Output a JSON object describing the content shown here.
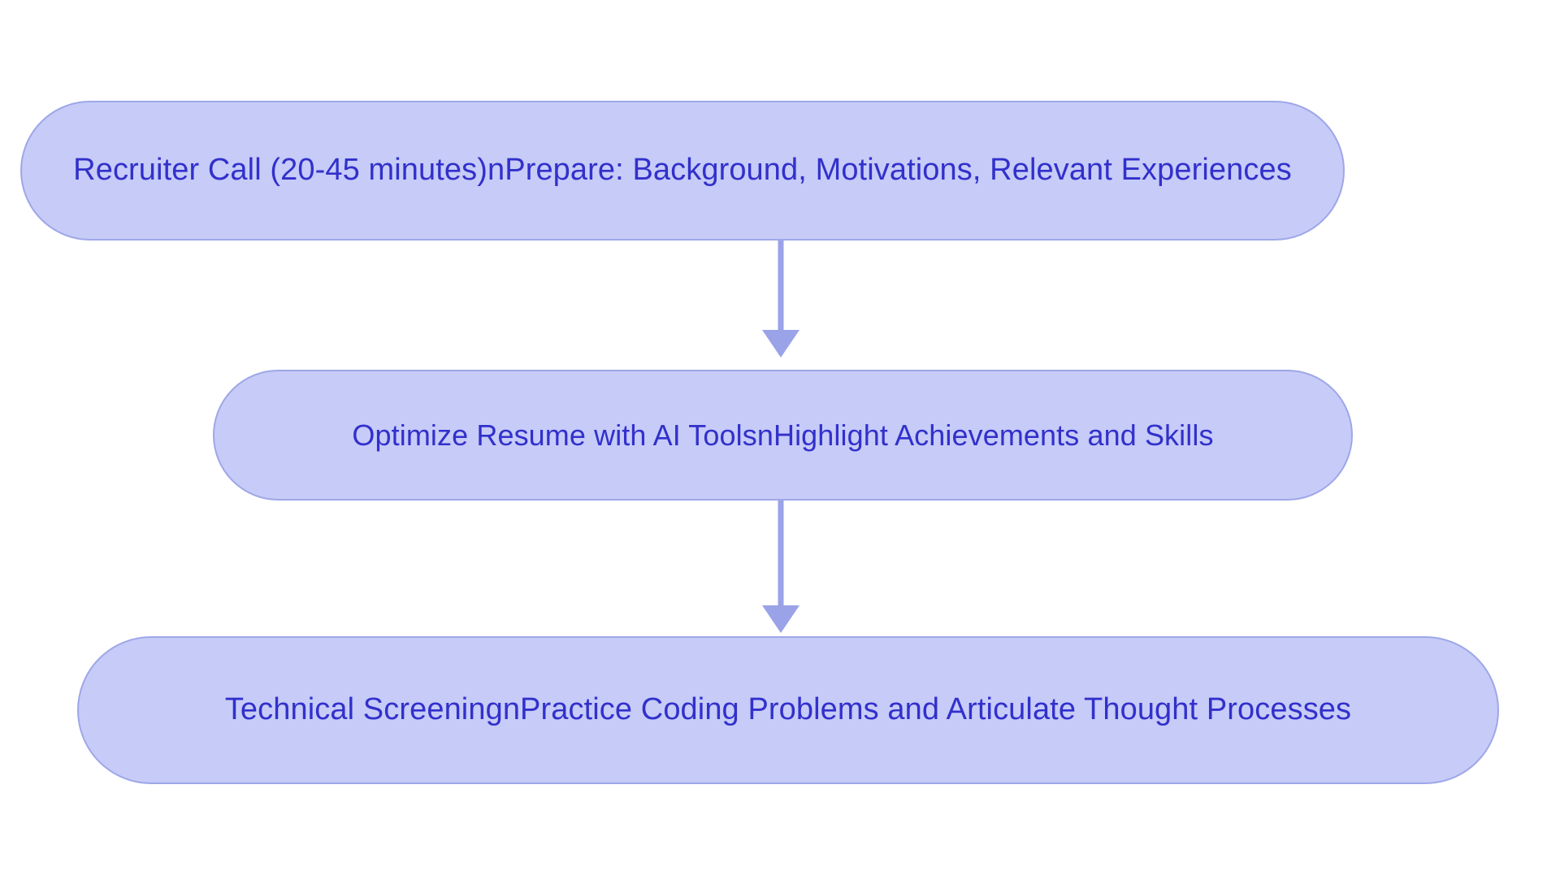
{
  "diagram": {
    "type": "flowchart",
    "orientation": "top-to-bottom",
    "background_color": "#ffffff",
    "node_fill_color": "#c6cbf8",
    "node_border_color": "#9ea7e7",
    "node_text_color": "#3230cb",
    "edge_color": "#9aa2e8",
    "nodes": [
      {
        "id": "node-0",
        "label": "Recruiter Call (20-45 minutes)nPrepare: Background, Motivations, Relevant Experiences",
        "shape": "stadium"
      },
      {
        "id": "node-1",
        "label": "Optimize Resume with AI ToolsnHighlight Achievements and Skills",
        "shape": "stadium"
      },
      {
        "id": "node-2",
        "label": "Technical ScreeningnPractice Coding Problems and Articulate Thought Processes",
        "shape": "stadium"
      }
    ],
    "edges": [
      {
        "id": "edge-0",
        "from": "node-0",
        "to": "node-1",
        "label": "",
        "arrowhead": "triangle-filled"
      },
      {
        "id": "edge-1",
        "from": "node-1",
        "to": "node-2",
        "label": "",
        "arrowhead": "triangle-filled"
      }
    ]
  }
}
